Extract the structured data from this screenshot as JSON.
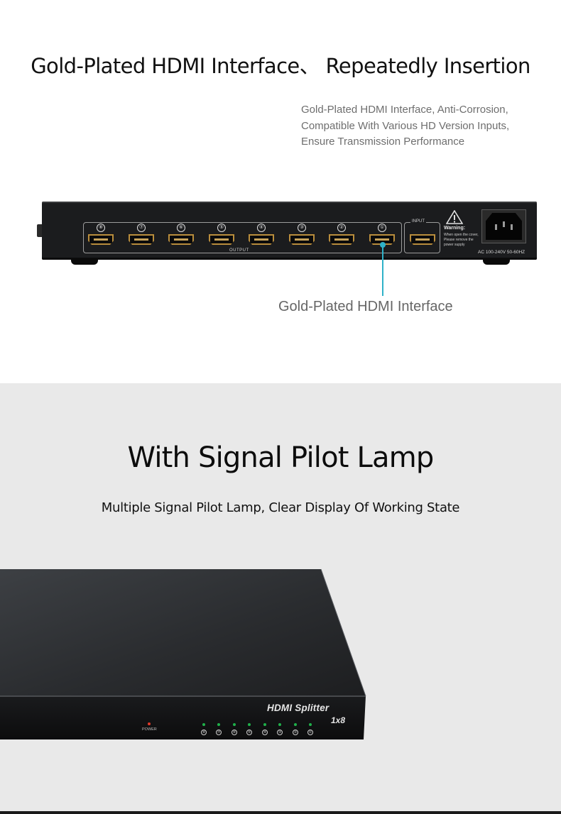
{
  "section1": {
    "title": "Gold-Plated HDMI Interface、 Repeatedly Insertion",
    "description": [
      "Gold-Plated HDMI Interface, Anti-Corrosion,",
      "Compatible With Various HD Version Inputs,",
      "Ensure Transmission Performance"
    ],
    "device": {
      "output_label": "OUTPUT",
      "output_ports": [
        "⑧",
        "⑦",
        "⑥",
        "⑤",
        "④",
        "③",
        "②",
        "①"
      ],
      "input_label": "INPUT",
      "warning_title": "Warning:",
      "warning_text": "When open the cover, Please remove the power supply",
      "ac_label": "AC 100-240V 50-60HZ"
    },
    "callout": "Gold-Plated HDMI Interface",
    "accent_color": "#2fb2c8"
  },
  "section2": {
    "title": "With Signal Pilot Lamp",
    "subtitle": "Multiple Signal Pilot Lamp, Clear Display Of Working State",
    "device": {
      "brand": "HDMI Splitter",
      "model": "1x8",
      "power_label": "POWER",
      "led_numbers": [
        "⑧",
        "⑦",
        "⑥",
        "⑤",
        "④",
        "③",
        "②",
        "①"
      ],
      "power_led_color": "#e23a2a",
      "signal_led_color": "#1fb14a"
    }
  }
}
